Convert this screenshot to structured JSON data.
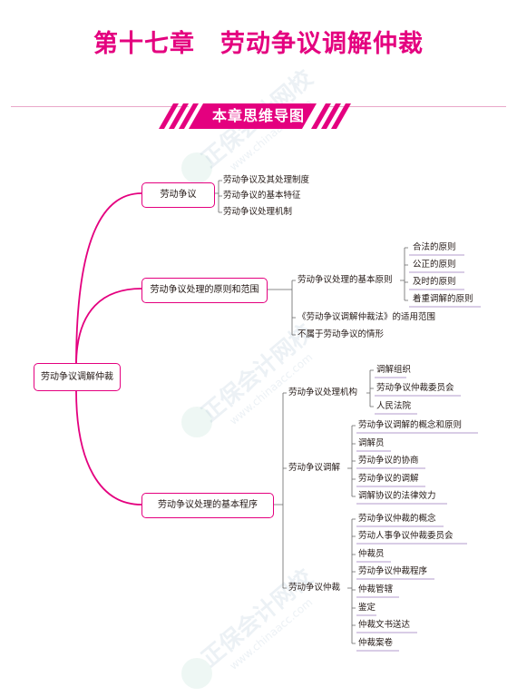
{
  "title": {
    "chapter": "第十七章",
    "name": "劳动争议调解仲裁"
  },
  "banner": "本章思维导图",
  "watermark": {
    "cn": "正保会计网校",
    "en": "www.chinaacc.com"
  },
  "mindmap": {
    "root": "劳动争议调解仲裁",
    "b1": {
      "label": "劳动争议",
      "items": [
        "劳动争议及其处理制度",
        "劳动争议的基本特征",
        "劳动争议处理机制"
      ]
    },
    "b2": {
      "label": "劳动争议处理的原则和范围",
      "sub": "劳动争议处理的基本原则",
      "principles": [
        "合法的原则",
        "公正的原则",
        "及时的原则",
        "着重调解的原则"
      ],
      "others": [
        "《劳动争议调解仲裁法》的适用范围",
        "不属于劳动争议的情形"
      ]
    },
    "b3": {
      "label": "劳动争议处理的基本程序",
      "g1": {
        "label": "劳动争议处理机构",
        "items": [
          "调解组织",
          "劳动争议仲裁委员会",
          "人民法院"
        ]
      },
      "g2": {
        "label": "劳动争议调解",
        "items": [
          "劳动争议调解的概念和原则",
          "调解员",
          "劳动争议的协商",
          "劳动争议的调解",
          "调解协议的法律效力"
        ]
      },
      "g3": {
        "label": "劳动争议仲裁",
        "items": [
          "劳动争议仲裁的概念",
          "劳动人事争议仲裁委员会",
          "仲裁员",
          "劳动争议仲裁程序",
          "仲裁管辖",
          "鉴定",
          "仲裁文书送达",
          "仲裁案卷"
        ]
      }
    }
  },
  "colors": {
    "accent": "#e4007f",
    "underline": "#9b7bbf",
    "rule": "#e9a8c9"
  }
}
